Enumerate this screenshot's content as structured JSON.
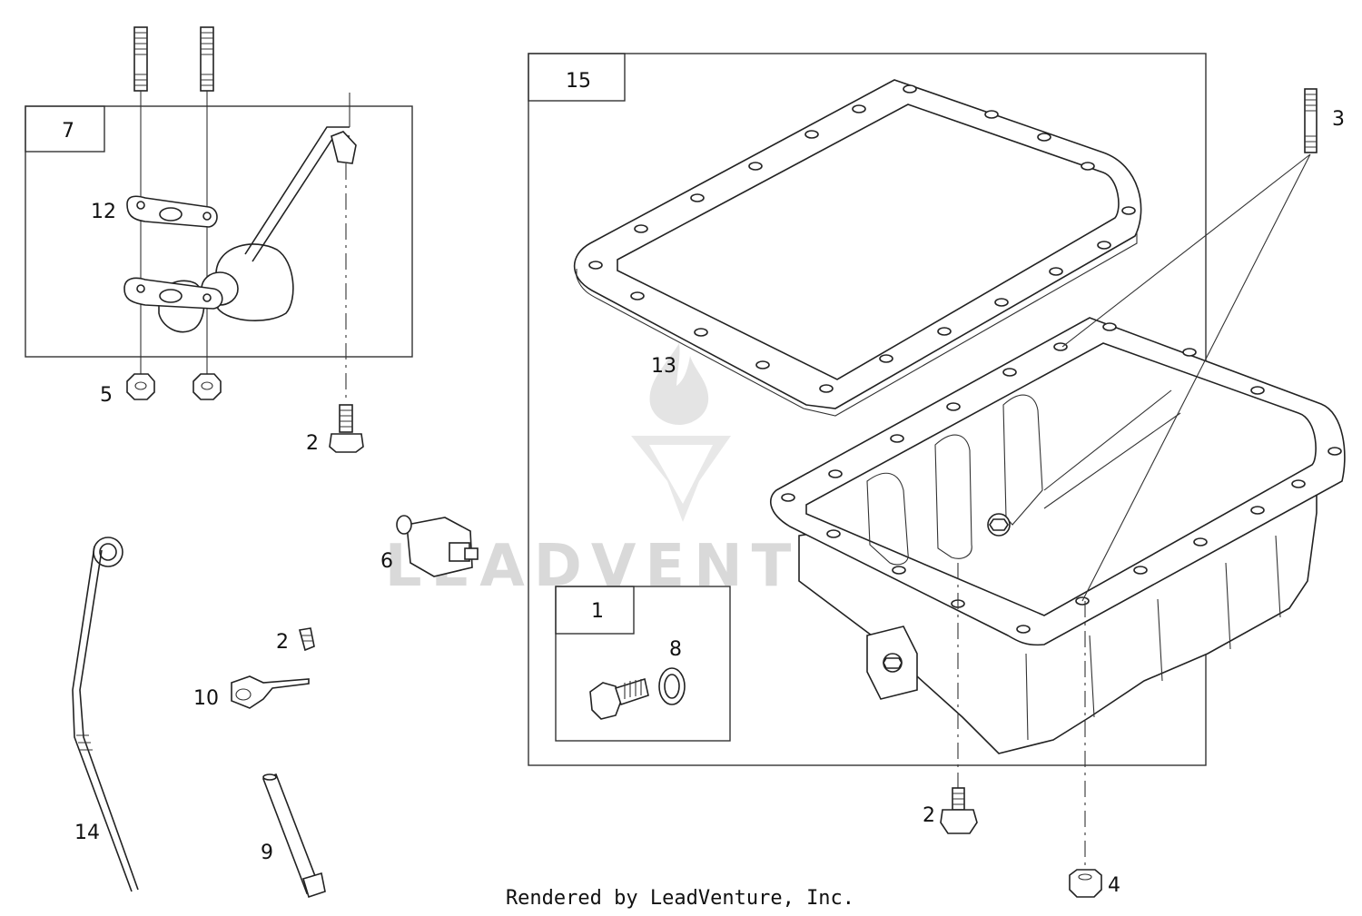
{
  "callouts": {
    "c1": "1",
    "c2a": "2",
    "c2b": "2",
    "c2c": "2",
    "c3": "3",
    "c4": "4",
    "c5": "5",
    "c6": "6",
    "c7": "7",
    "c8": "8",
    "c9": "9",
    "c10": "10",
    "c12": "12",
    "c13": "13",
    "c14": "14",
    "c15": "15"
  },
  "credit": "Rendered by LeadVenture, Inc.",
  "watermark": "LEADVENTURE",
  "colors": {
    "line": "#222222",
    "watermark": "#d9d9d9",
    "background": "#ffffff"
  }
}
